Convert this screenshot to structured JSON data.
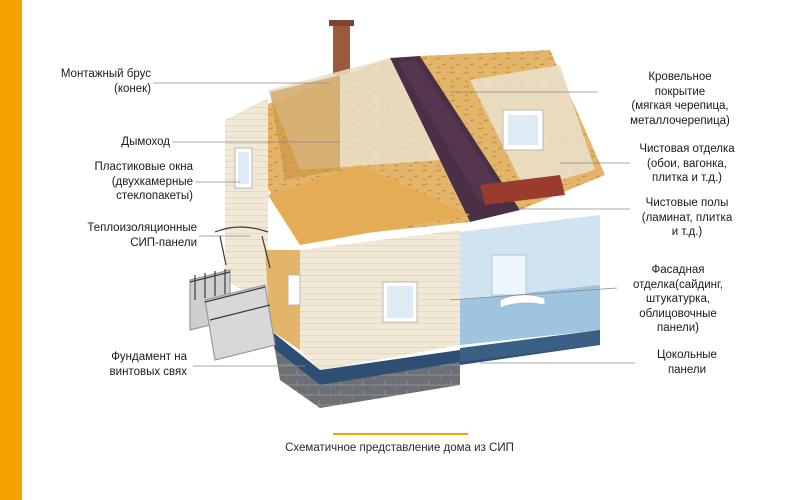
{
  "colors": {
    "accent": "#F5A300",
    "osb": "#E3B56A",
    "osb_dark": "#C9923E",
    "insulation": "#E9E0C8",
    "siding": "#F1E8D6",
    "roof": "#4A2F45",
    "plinth": "#2E4F73",
    "stone": "#6C6F73",
    "leader": "#8A8A8A"
  },
  "labels_left": [
    {
      "lines": [
        "Монтажный брус",
        "(конек)"
      ]
    },
    {
      "lines": [
        "Дымоход"
      ]
    },
    {
      "lines": [
        "Пластиковые окна",
        "(двухкамерные",
        "стеклопакеты)"
      ]
    },
    {
      "lines": [
        "Теплоизоляционные",
        "СИП-панели"
      ]
    },
    {
      "lines": [
        "Фундамент на",
        "винтовых свях"
      ]
    }
  ],
  "labels_right": [
    {
      "lines": [
        "Кровельное",
        "покрытие",
        "(мягкая черепица,",
        "металлочерепица)"
      ]
    },
    {
      "lines": [
        "Чистовая отделка",
        "(обои, вагонка,",
        "плитка и т.д.)"
      ]
    },
    {
      "lines": [
        "Чистовые полы",
        "(ламинат, плитка",
        "и т.д.)"
      ]
    },
    {
      "lines": [
        "Фасадная",
        "отделка(сайдинг,",
        "штукатурка,",
        "облицовочные",
        "панели)"
      ]
    },
    {
      "lines": [
        "Цокольные",
        "панели"
      ]
    }
  ],
  "caption": "Схематичное представление дома из СИП"
}
